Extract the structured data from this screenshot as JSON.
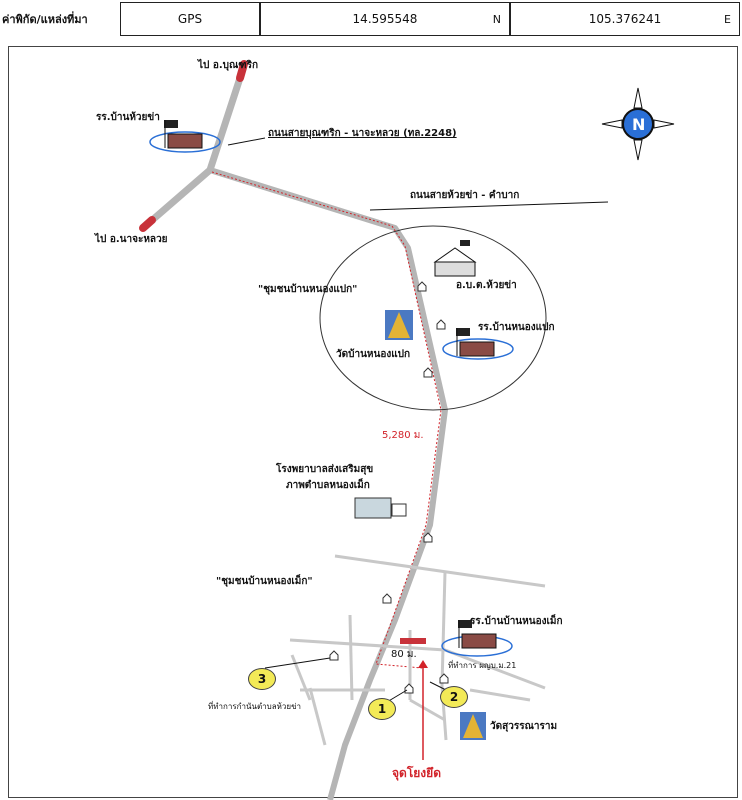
{
  "header": {
    "location_label": "ค่าพิกัด/แหล่งที่มา",
    "gps_label": "GPS",
    "lat_value": "14.595548",
    "lat_dir": "N",
    "lon_value": "105.376241",
    "lon_dir": "E"
  },
  "map": {
    "compass_letter": "N",
    "labels": {
      "to_buntharik": "ไป อ.บุณฑริก",
      "to_najaluai": "ไป อ.นาจะหลวย",
      "school_huaicha": "รร.บ้านห้วยข่า",
      "road_1": "ถนนสายบุณฑริก - นาจะหลวย (ทล.2248)",
      "road_2": "ถนนสายห้วยข่า - คำบาก",
      "village_nongpaek": "\"ชุมชนบ้านหนองแปก\"",
      "abt_huaicha": "อ.บ.ต.ห้วยข่า",
      "school_nongpaek": "รร.บ้านหนองแปก",
      "wat_nongpaek": "วัดบ้านหนองแปก",
      "distance": "5,280 ม.",
      "hospital_line1": "โรงพยาบาลส่งเสริมสุข",
      "hospital_line2": "ภาพตำบลหนองเม็ก",
      "village_nongmek": "\"ชุมชนบ้านหนองเม็ก\"",
      "school_nongmek": "รร.บ้านบ้านหนองเม็ก",
      "office_village": "ที่ทำการ ผญบ.ม.21",
      "distance_small": "80 ม.",
      "kamnan_office": "ที่ทำการกำนันตำบลห้วยข่า",
      "wat_suwan": "วัดสุวรรณาราม",
      "ref_point": "จุดโยงยึด"
    },
    "markers": [
      "1",
      "2",
      "3"
    ],
    "colors": {
      "road": "#b5b5b5",
      "route": "#d2232a",
      "marker": "#f3ea57",
      "oval": "#2a6fd6"
    }
  }
}
